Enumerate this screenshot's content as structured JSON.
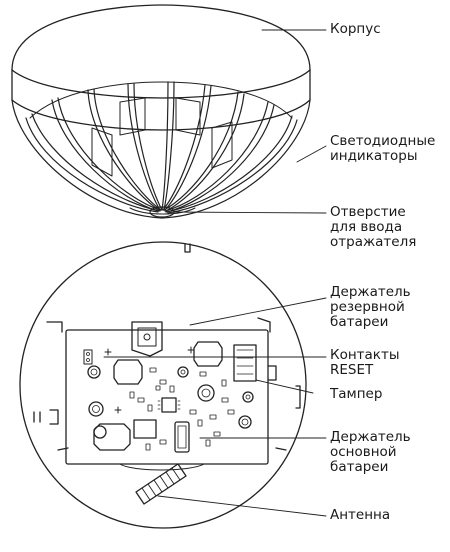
{
  "labels": {
    "housing": [
      "Корпус"
    ],
    "led_indicators": [
      "Светодиодные",
      "индикаторы"
    ],
    "reflector_hole": [
      "Отверстие",
      "для ввода",
      "отражателя"
    ],
    "backup_battery_holder": [
      "Держатель",
      "резервной",
      "батареи"
    ],
    "reset_contacts": [
      "Контакты",
      "RESET"
    ],
    "tamper": [
      "Тампер"
    ],
    "main_battery_holder": [
      "Держатель",
      "основной",
      "батареи"
    ],
    "antenna": [
      "Антенна"
    ]
  },
  "colors": {
    "line": "#222222",
    "background": "#ffffff"
  }
}
